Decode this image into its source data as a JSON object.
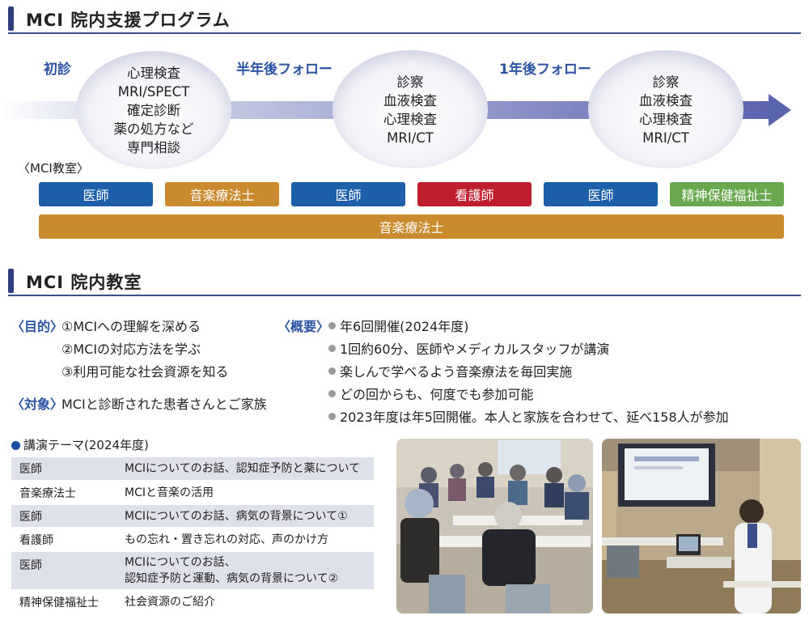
{
  "section1": {
    "title": "MCI 院内支援プログラム"
  },
  "timeline": {
    "phases": [
      "初診",
      "半年後フォロー",
      "1年後フォロー"
    ],
    "ovals": [
      [
        "心理検査",
        "MRI/SPECT",
        "確定診断",
        "薬の処方など",
        "専門相談"
      ],
      [
        "診察",
        "血液検査",
        "心理検査",
        "MRI/CT"
      ],
      [
        "診察",
        "血液検査",
        "心理検査",
        "MRI/CT"
      ]
    ]
  },
  "classroom_roles": {
    "label": "〈MCI教室〉",
    "row1": [
      "医師",
      "音楽療法士",
      "医師",
      "看護師",
      "医師",
      "精神保健福祉士"
    ],
    "row2": "音楽療法士"
  },
  "section2": {
    "title": "MCI 院内教室"
  },
  "purpose": {
    "label": "〈目的〉",
    "items": [
      "①MCIへの理解を深める",
      "②MCIの対応方法を学ぶ",
      "③利用可能な社会資源を知る"
    ]
  },
  "target": {
    "label": "〈対象〉",
    "text": "MCIと診断された患者さんとご家族"
  },
  "overview": {
    "label": "〈概要〉",
    "items": [
      "年6回開催(2024年度)",
      "1回約60分、医師やメディカルスタッフが講演",
      "楽しんで学べるよう音楽療法を毎回実施",
      "どの回からも、何度でも参加可能",
      "2023年度は年5回開催。本人と家族を合わせて、延べ158人が参加"
    ]
  },
  "lecture": {
    "title": "講演テーマ(2024年度)",
    "rows": [
      {
        "role": "医師",
        "topic": "MCIについてのお話、認知症予防と薬について"
      },
      {
        "role": "音楽療法士",
        "topic": "MCIと音楽の活用"
      },
      {
        "role": "医師",
        "topic": "MCIについてのお話、病気の背景について①"
      },
      {
        "role": "看護師",
        "topic": "もの忘れ・置き忘れの対応、声のかけ方"
      },
      {
        "role": "医師",
        "topic": "MCIについてのお話、\n認知症予防と運動、病気の背景について②"
      },
      {
        "role": "精神保健福祉士",
        "topic": "社会資源のご紹介"
      }
    ]
  },
  "colors": {
    "accent": "#2c3f7c",
    "doctor": "#1d5fa8",
    "music": "#c98b2e",
    "nurse": "#bf1e2e",
    "psw": "#6aa84f"
  }
}
